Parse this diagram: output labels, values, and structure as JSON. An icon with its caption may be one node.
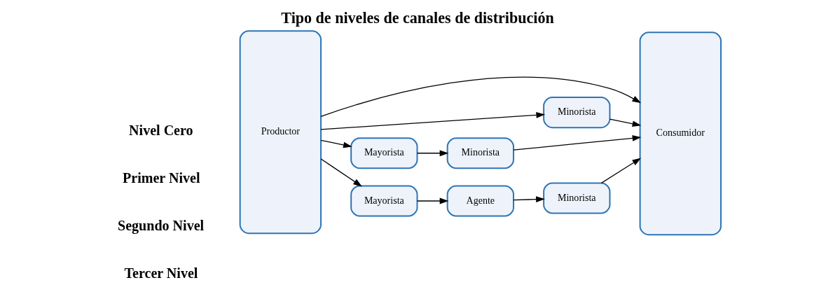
{
  "diagram": {
    "title": "Tipo de niveles de canales de distribución",
    "nodes": [
      {
        "text": [
          "Productor"
        ]
      },
      {
        "text": [
          "Consumidor"
        ]
      },
      {
        "text": [
          "Minorista"
        ]
      },
      {
        "text": [
          "Mayorista"
        ]
      },
      {
        "text": [
          "Minorista"
        ]
      },
      {
        "text": [
          "Mayorista"
        ]
      },
      {
        "text": [
          "Agente"
        ]
      },
      {
        "text": [
          "Minorista"
        ]
      }
    ],
    "edges": [
      {
        "from": 0,
        "to": 1,
        "arrow": "to"
      },
      {
        "from": 0,
        "to": 2,
        "arrow": "to"
      },
      {
        "from": 2,
        "to": 1,
        "arrow": "to"
      },
      {
        "from": 0,
        "to": 3,
        "arrow": "to"
      },
      {
        "from": 3,
        "to": 4,
        "arrow": "to"
      },
      {
        "from": 4,
        "to": 1,
        "arrow": "to"
      },
      {
        "from": 0,
        "to": 5,
        "arrow": "to"
      },
      {
        "from": 5,
        "to": 6,
        "arrow": "to"
      },
      {
        "from": 6,
        "to": 7,
        "arrow": "to"
      },
      {
        "from": 7,
        "to": 1,
        "arrow": "to"
      }
    ],
    "labels": [
      "Nivel Cero",
      "Primer Nivel",
      "Segundo Nivel",
      "Tercer Nivel"
    ]
  }
}
